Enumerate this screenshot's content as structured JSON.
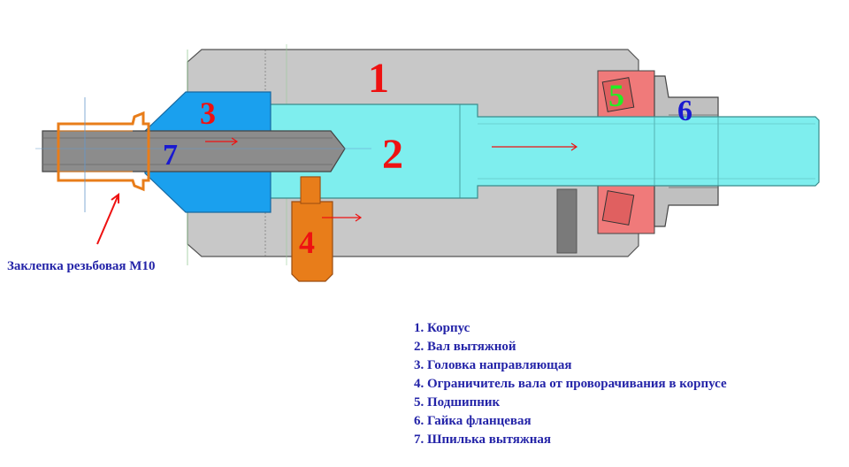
{
  "labels": {
    "part1": "1",
    "part2": "2",
    "part3": "3",
    "part4": "4",
    "part5": "5",
    "part6": "6",
    "part7": "7"
  },
  "caption": "Заклепка резьбовая М10",
  "legend": [
    "1. Корпус",
    "2. Вал вытяжной",
    "3. Головка направляющая",
    "4. Ограничитель вала от проворачивания в корпусе",
    "5. Подшипник",
    "6. Гайка фланцевая",
    "7. Шпилька вытяжная"
  ],
  "colors": {
    "housing": "#c8c8c8",
    "shaft": "#7eeeee",
    "guide_head": "#1aa0ee",
    "stopper": "#e87d1a",
    "bearing": "#f07a7a",
    "nut": "#c0c0c0",
    "stud": "#8c8c8c",
    "red_label": "#ee1111",
    "blue_label": "#1a1ad0",
    "green_label": "#22ee22",
    "legend_text": "#2424a8",
    "arrow": "#ee1111"
  }
}
